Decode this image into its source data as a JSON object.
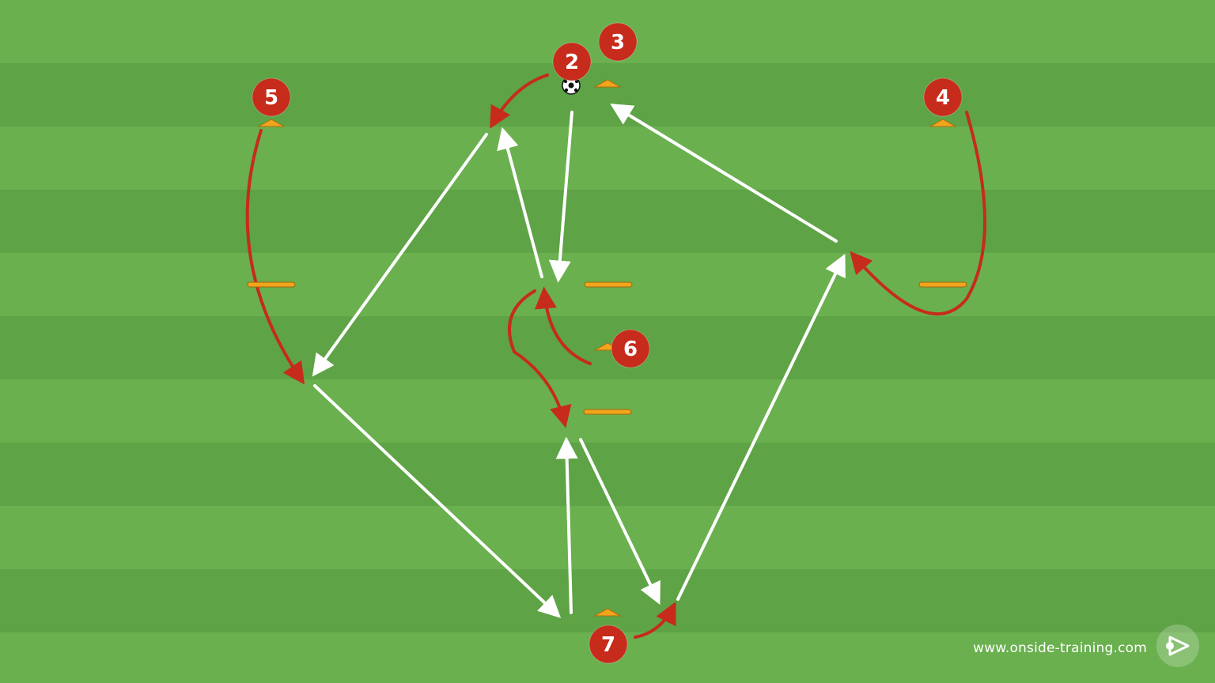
{
  "pitch": {
    "stripe_light": "#6ab04f",
    "stripe_dark": "#5ea346"
  },
  "colors": {
    "pass_line": "#ffffff",
    "run_line": "#c62b1c",
    "player_fill": "#c62b1c",
    "cone": "#f2a51c"
  },
  "players": [
    {
      "label": "2"
    },
    {
      "label": "3"
    },
    {
      "label": "4"
    },
    {
      "label": "5"
    },
    {
      "label": "6"
    },
    {
      "label": "7"
    }
  ],
  "ball_icon": "soccer-ball-icon",
  "footer": {
    "website": "www.onside-training.com",
    "logo_icon": "onside-training-logo-icon"
  }
}
